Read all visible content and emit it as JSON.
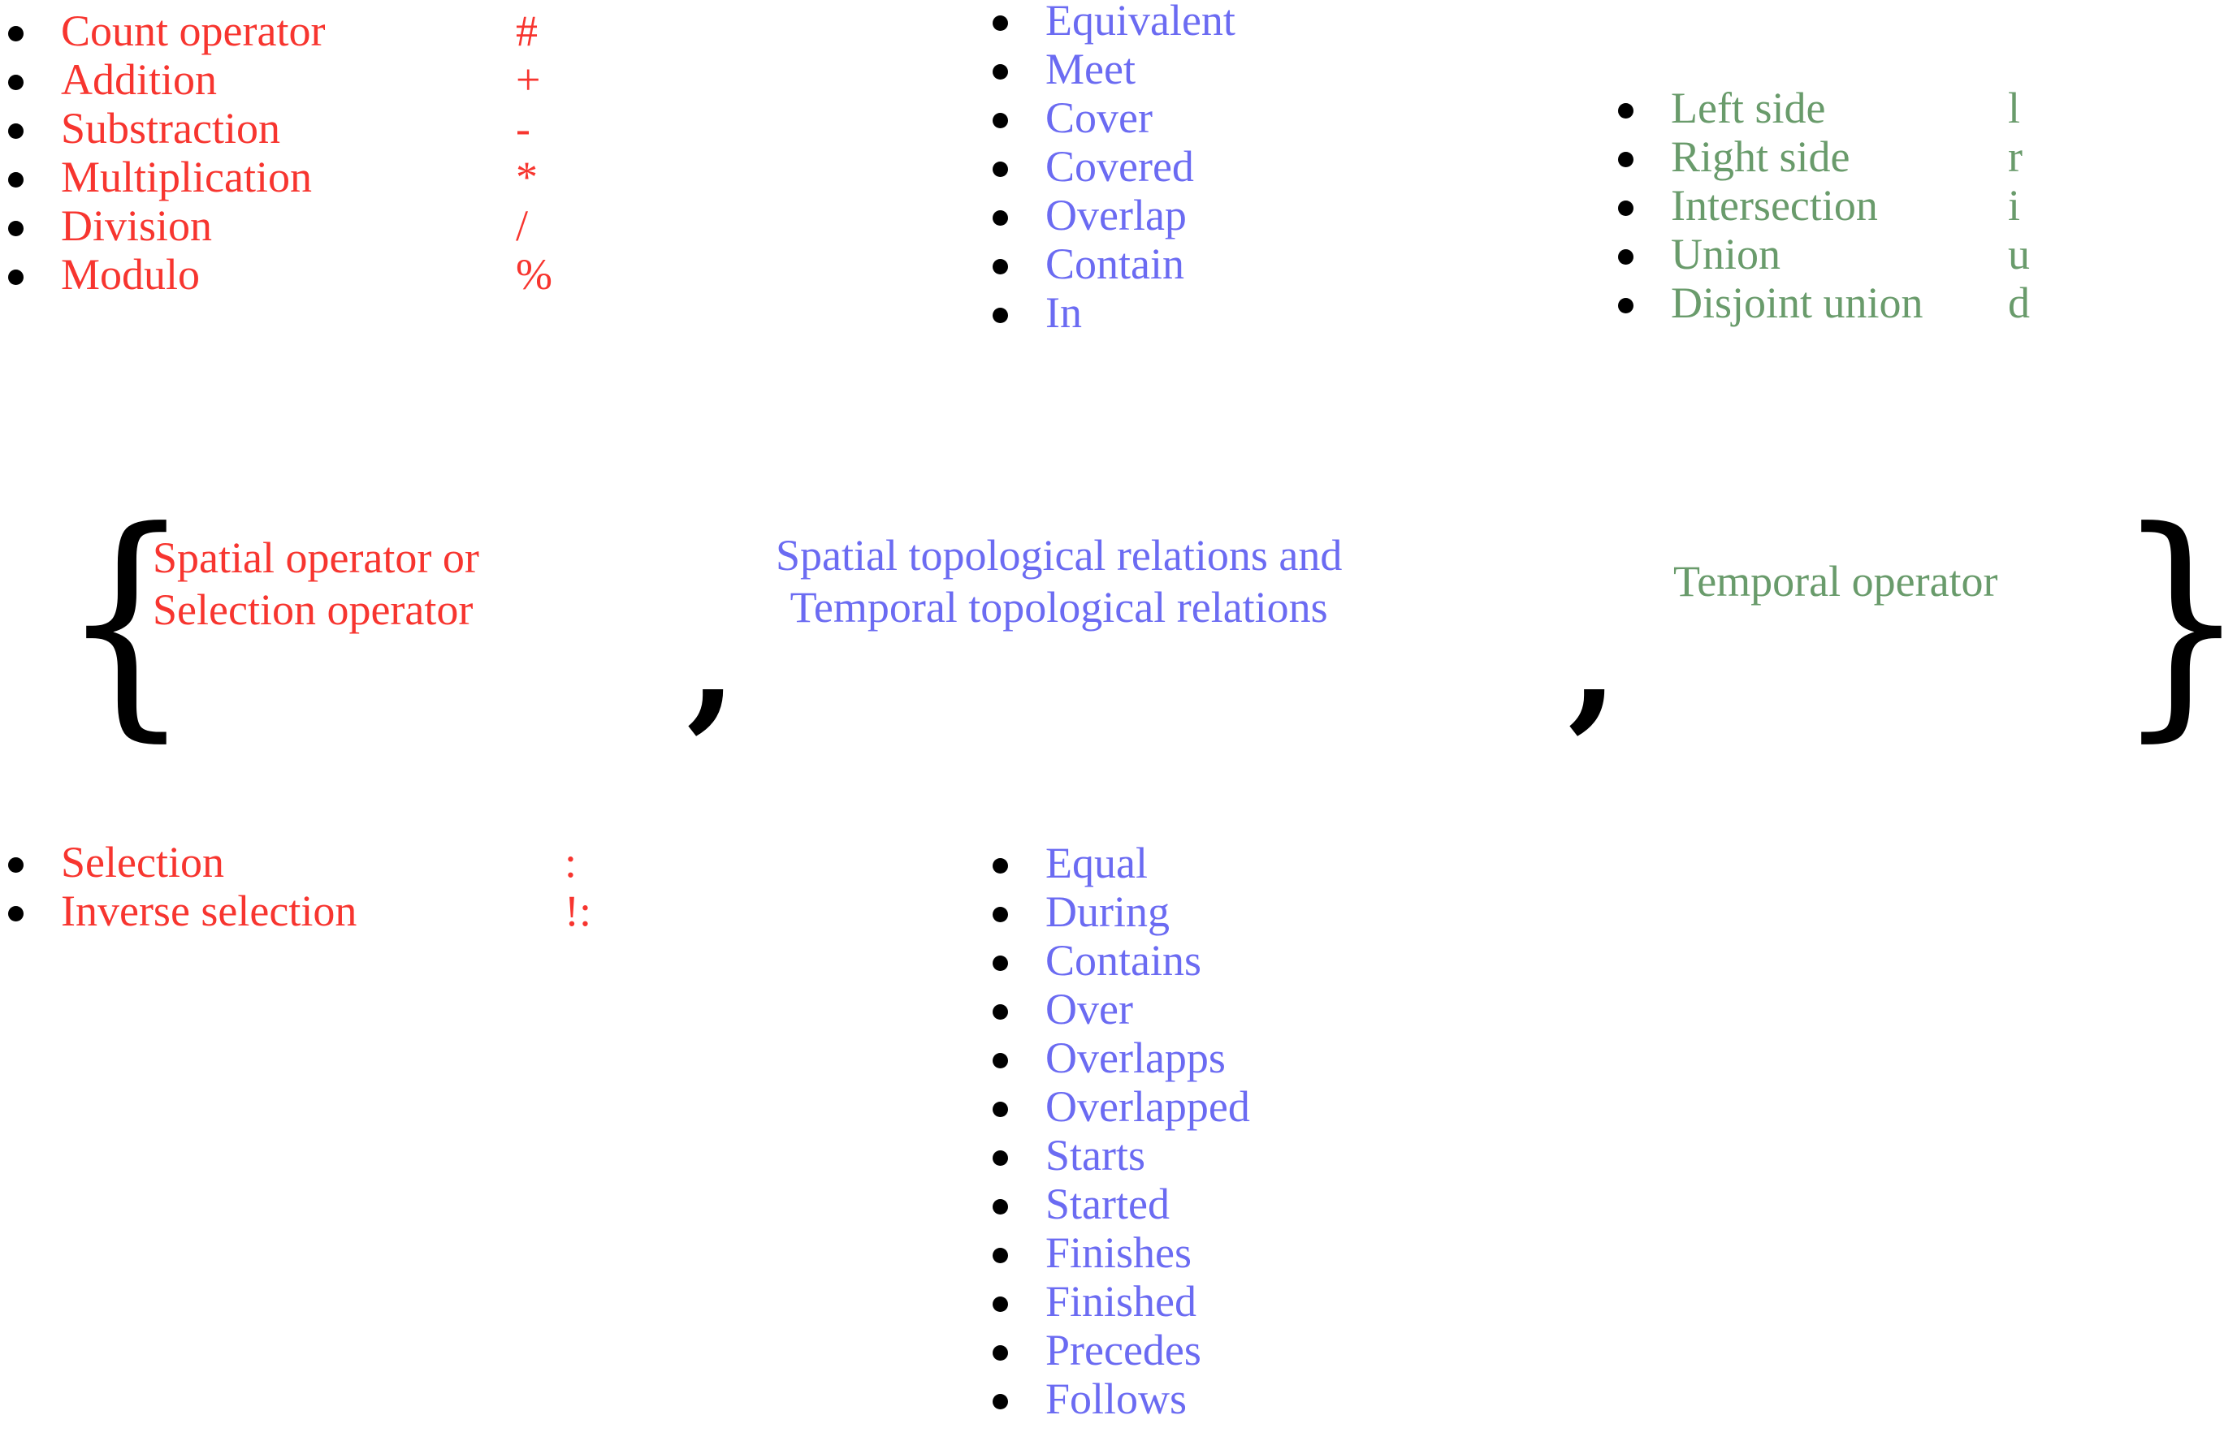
{
  "colors": {
    "red": "#F7352F",
    "blue": "#6B6BF2",
    "green": "#699B6B",
    "bullet": "#000000",
    "background": "#FFFFFF"
  },
  "arithmetic_operators": {
    "group": "Spatial operator or Selection operator",
    "color": "#F7352F",
    "items": [
      {
        "label": "Count operator",
        "symbol": "#"
      },
      {
        "label": "Addition",
        "symbol": "+"
      },
      {
        "label": "Substraction",
        "symbol": "-"
      },
      {
        "label": "Multiplication",
        "symbol": "*"
      },
      {
        "label": "Division",
        "symbol": "/"
      },
      {
        "label": "Modulo",
        "symbol": "%"
      }
    ]
  },
  "spatial_topological_relations": {
    "color": "#6B6BF2",
    "items": [
      {
        "label": "Equivalent"
      },
      {
        "label": "Meet"
      },
      {
        "label": "Cover"
      },
      {
        "label": "Covered"
      },
      {
        "label": "Overlap"
      },
      {
        "label": "Contain"
      },
      {
        "label": "In"
      }
    ]
  },
  "set_operators": {
    "color": "#699B6B",
    "items": [
      {
        "label": "Left side",
        "symbol": "l"
      },
      {
        "label": "Right side",
        "symbol": "r"
      },
      {
        "label": "Intersection",
        "symbol": "i"
      },
      {
        "label": "Union",
        "symbol": "u"
      },
      {
        "label": "Disjoint union",
        "symbol": "d"
      }
    ]
  },
  "selection_operators": {
    "color": "#F7352F",
    "items": [
      {
        "label": "Selection",
        "symbol": ":"
      },
      {
        "label": "Inverse selection",
        "symbol": "!:"
      }
    ]
  },
  "temporal_topological_relations": {
    "color": "#6B6BF2",
    "items": [
      {
        "label": "Equal"
      },
      {
        "label": "During"
      },
      {
        "label": "Contains"
      },
      {
        "label": "Over"
      },
      {
        "label": "Overlapps"
      },
      {
        "label": "Overlapped"
      },
      {
        "label": "Starts"
      },
      {
        "label": "Started"
      },
      {
        "label": "Finishes"
      },
      {
        "label": "Finished"
      },
      {
        "label": "Precedes"
      },
      {
        "label": "Follows"
      }
    ]
  },
  "formula": {
    "brace_open": "{",
    "brace_close": "}",
    "comma_1": ",",
    "comma_2": ",",
    "term_1_line_1": "Spatial operator or",
    "term_1_line_2": "Selection operator",
    "term_2_line_1": "Spatial topological relations and",
    "term_2_line_2": "Temporal topological relations",
    "term_3_line_1": "Temporal operator"
  }
}
